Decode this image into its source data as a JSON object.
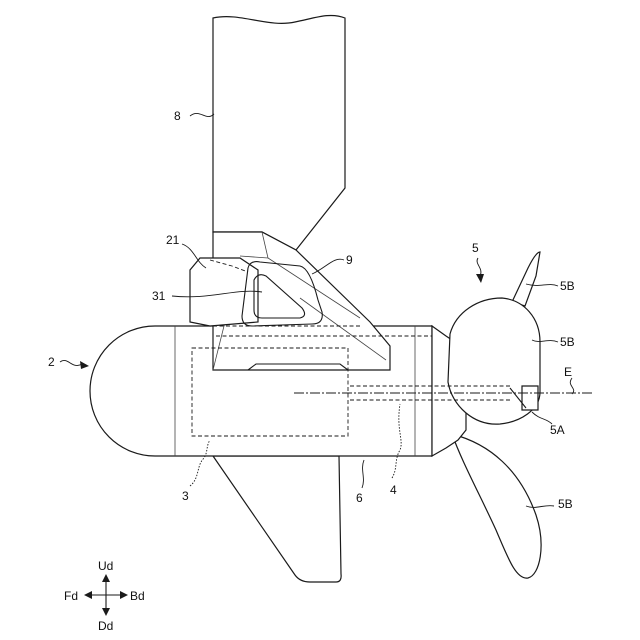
{
  "labels": {
    "shaft": "8",
    "bracket": "9",
    "clamp": "21",
    "opening": "31",
    "propulsion_unit": "5",
    "blade_top": "5B",
    "blade_middle": "5B",
    "blade_bottom": "5B",
    "hub": "5A",
    "axis": "E",
    "device": "2",
    "motor": "3",
    "drive_shaft": "4",
    "fin": "6"
  },
  "directions": {
    "up": "Ud",
    "down": "Dd",
    "forward": "Fd",
    "backward": "Bd"
  }
}
